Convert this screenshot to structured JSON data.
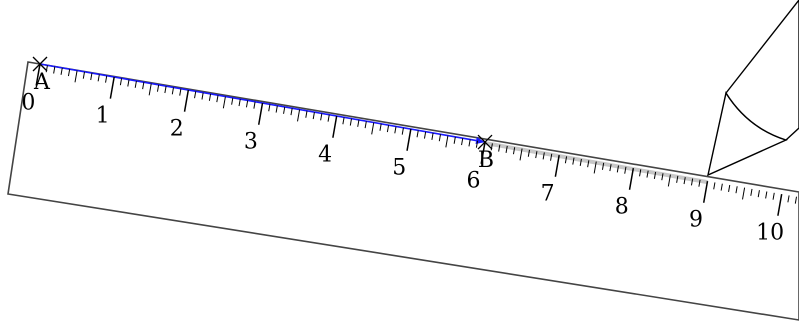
{
  "ruler": {
    "scale_labels": [
      "0",
      "1",
      "2",
      "3",
      "4",
      "5",
      "6",
      "7",
      "8",
      "9",
      "10"
    ]
  },
  "points": {
    "a": {
      "label": "A",
      "position": 0
    },
    "b": {
      "label": "B",
      "position": 6
    },
    "pencil_tip": {
      "position": 9
    }
  },
  "colors": {
    "segment_ab": "#1a1aff",
    "extension": "#c8c8c8",
    "ruler_outline": "#444444",
    "ink": "#000000"
  },
  "icons": {
    "point_marker": "cross-mark-icon",
    "pencil": "pencil-icon"
  }
}
